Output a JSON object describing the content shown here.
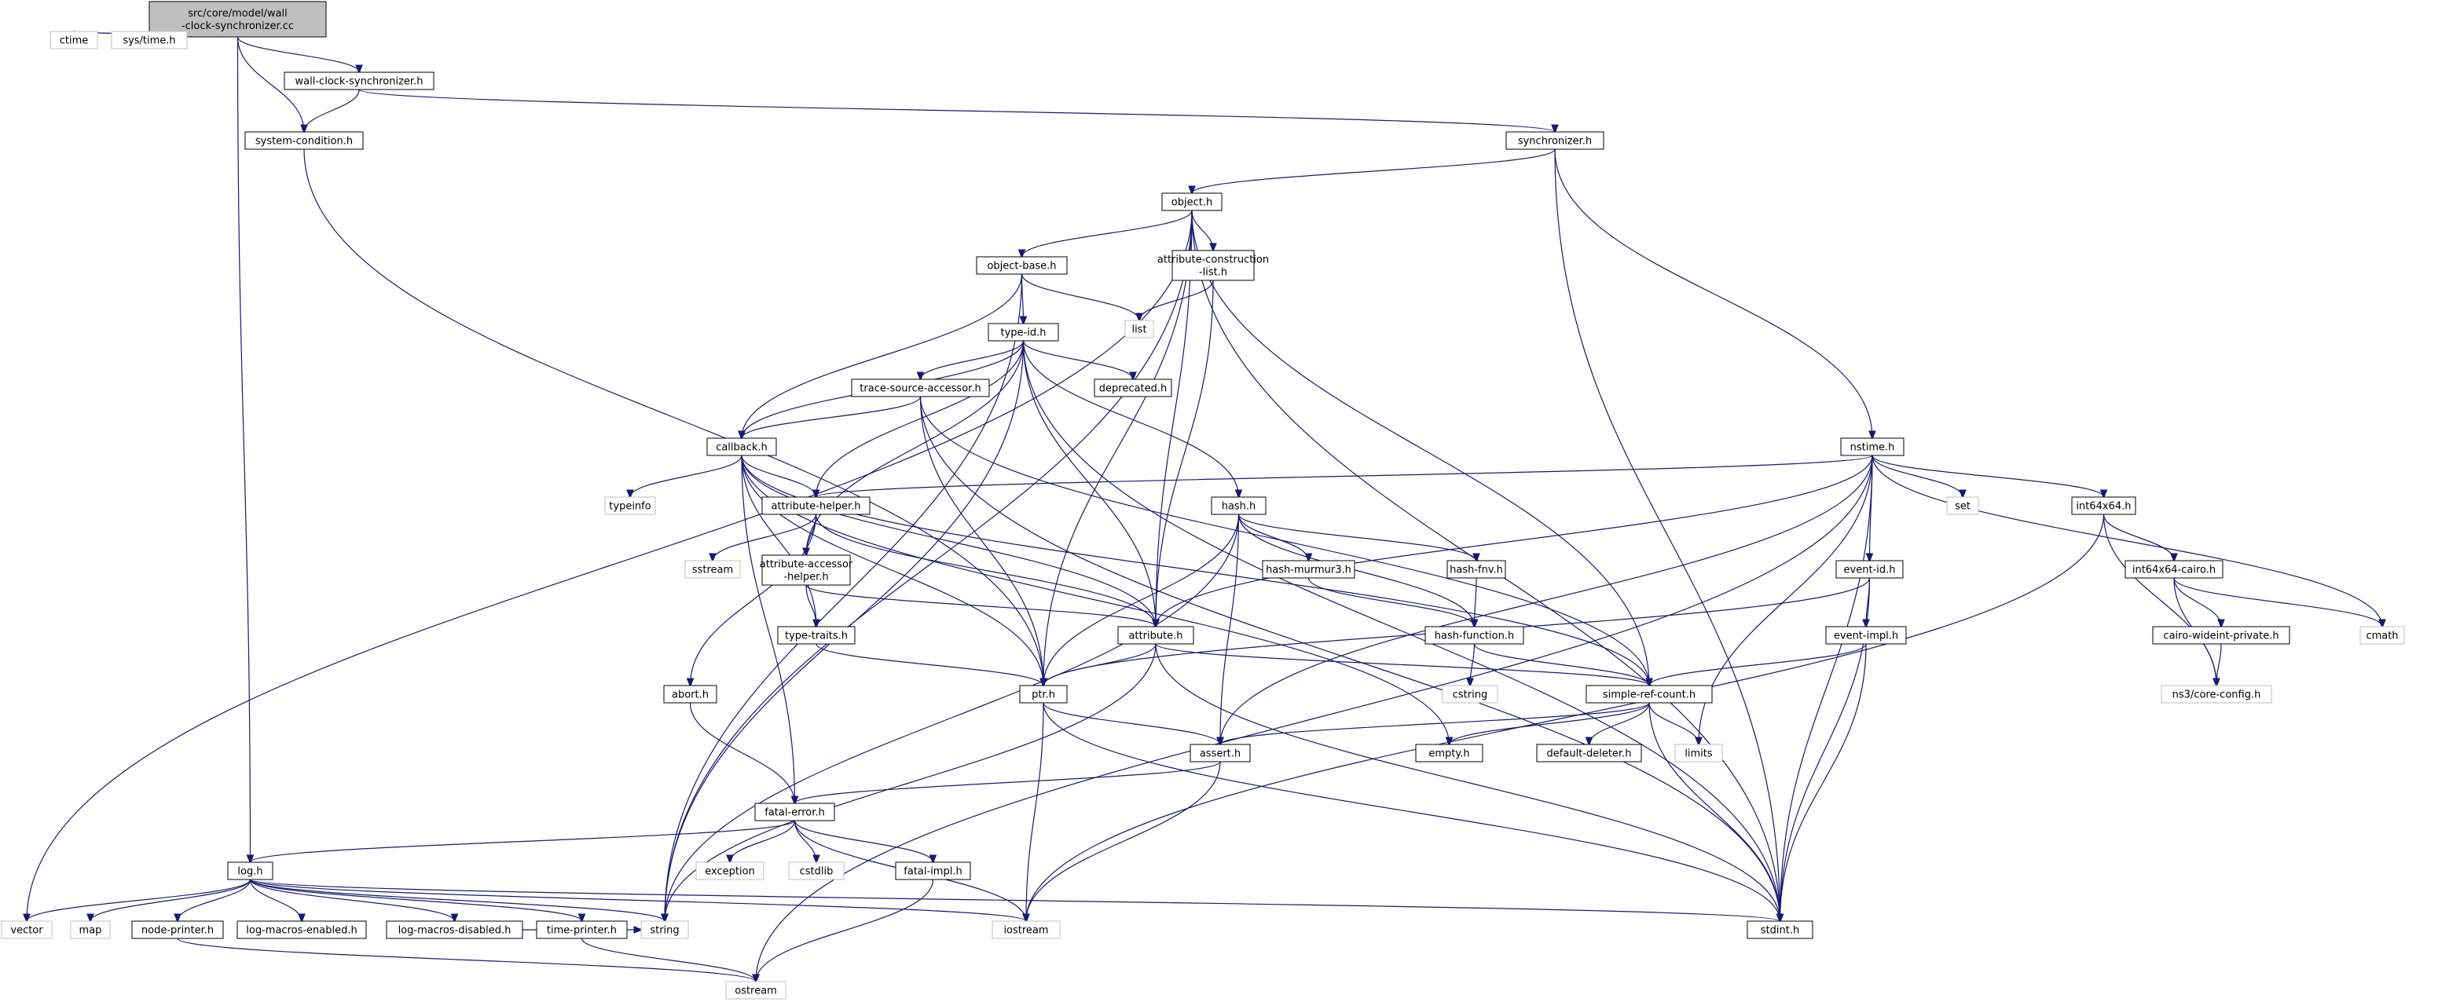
{
  "graph": {
    "colors": {
      "edge": "#191970",
      "root_fill": "#bfbfbf",
      "node_border": "#000000",
      "external_border": "#bfbfbf"
    },
    "root": {
      "id": "root",
      "lines": [
        "src/core/model/wall",
        "-clock-synchronizer.cc"
      ]
    },
    "nodes": [
      {
        "id": "ctime",
        "label": "ctime",
        "kind": "external"
      },
      {
        "id": "systime",
        "label": "sys/time.h",
        "kind": "external"
      },
      {
        "id": "wallclock",
        "label": "wall-clock-synchronizer.h",
        "kind": "header"
      },
      {
        "id": "syscond",
        "label": "system-condition.h",
        "kind": "header"
      },
      {
        "id": "sync",
        "label": "synchronizer.h",
        "kind": "header"
      },
      {
        "id": "object",
        "label": "object.h",
        "kind": "header"
      },
      {
        "id": "objbase",
        "label": "object-base.h",
        "kind": "header"
      },
      {
        "id": "attrcons",
        "lines": [
          "attribute-construction",
          "-list.h"
        ],
        "kind": "header"
      },
      {
        "id": "list",
        "label": "list",
        "kind": "external"
      },
      {
        "id": "typeid",
        "label": "type-id.h",
        "kind": "header"
      },
      {
        "id": "tracesrc",
        "label": "trace-source-accessor.h",
        "kind": "header"
      },
      {
        "id": "deprecated",
        "label": "deprecated.h",
        "kind": "header"
      },
      {
        "id": "callback",
        "label": "callback.h",
        "kind": "header"
      },
      {
        "id": "typeinfo",
        "label": "typeinfo",
        "kind": "external"
      },
      {
        "id": "attrhelper",
        "label": "attribute-helper.h",
        "kind": "header"
      },
      {
        "id": "sstream",
        "label": "sstream",
        "kind": "external"
      },
      {
        "id": "attracc",
        "lines": [
          "attribute-accessor",
          "-helper.h"
        ],
        "kind": "header"
      },
      {
        "id": "typetraits",
        "label": "type-traits.h",
        "kind": "header"
      },
      {
        "id": "abort",
        "label": "abort.h",
        "kind": "header"
      },
      {
        "id": "hash",
        "label": "hash.h",
        "kind": "header"
      },
      {
        "id": "murmur",
        "label": "hash-murmur3.h",
        "kind": "header"
      },
      {
        "id": "fnv",
        "label": "hash-fnv.h",
        "kind": "header"
      },
      {
        "id": "hashfunc",
        "label": "hash-function.h",
        "kind": "header"
      },
      {
        "id": "cstring",
        "label": "cstring",
        "kind": "external"
      },
      {
        "id": "attribute",
        "label": "attribute.h",
        "kind": "header"
      },
      {
        "id": "ptr",
        "label": "ptr.h",
        "kind": "header"
      },
      {
        "id": "nstime",
        "label": "nstime.h",
        "kind": "header"
      },
      {
        "id": "set",
        "label": "set",
        "kind": "external"
      },
      {
        "id": "int64",
        "label": "int64x64.h",
        "kind": "header"
      },
      {
        "id": "int64cairo",
        "label": "int64x64-cairo.h",
        "kind": "header"
      },
      {
        "id": "cairowide",
        "label": "cairo-wideint-private.h",
        "kind": "header"
      },
      {
        "id": "cmath",
        "label": "cmath",
        "kind": "external"
      },
      {
        "id": "nsconfig",
        "label": "ns3/core-config.h",
        "kind": "external"
      },
      {
        "id": "eventid",
        "label": "event-id.h",
        "kind": "header"
      },
      {
        "id": "eventimpl",
        "label": "event-impl.h",
        "kind": "header"
      },
      {
        "id": "simpleref",
        "label": "simple-ref-count.h",
        "kind": "header"
      },
      {
        "id": "limits",
        "label": "limits",
        "kind": "external"
      },
      {
        "id": "defdel",
        "label": "default-deleter.h",
        "kind": "header"
      },
      {
        "id": "empty",
        "label": "empty.h",
        "kind": "header"
      },
      {
        "id": "assert",
        "label": "assert.h",
        "kind": "header"
      },
      {
        "id": "fatalerr",
        "label": "fatal-error.h",
        "kind": "header"
      },
      {
        "id": "exception",
        "label": "exception",
        "kind": "external"
      },
      {
        "id": "cstdlib",
        "label": "cstdlib",
        "kind": "external"
      },
      {
        "id": "fatalimpl",
        "label": "fatal-impl.h",
        "kind": "header"
      },
      {
        "id": "log",
        "label": "log.h",
        "kind": "header"
      },
      {
        "id": "vector",
        "label": "vector",
        "kind": "external"
      },
      {
        "id": "map",
        "label": "map",
        "kind": "external"
      },
      {
        "id": "nodeprinter",
        "label": "node-printer.h",
        "kind": "header"
      },
      {
        "id": "logen",
        "label": "log-macros-enabled.h",
        "kind": "header"
      },
      {
        "id": "logdis",
        "label": "log-macros-disabled.h",
        "kind": "header"
      },
      {
        "id": "timeprinter",
        "label": "time-printer.h",
        "kind": "header"
      },
      {
        "id": "string",
        "label": "string",
        "kind": "external"
      },
      {
        "id": "iostream",
        "label": "iostream",
        "kind": "external"
      },
      {
        "id": "stdint",
        "label": "stdint.h",
        "kind": "header"
      },
      {
        "id": "ostream",
        "label": "ostream",
        "kind": "external"
      }
    ],
    "edges": [
      [
        "root",
        "ctime"
      ],
      [
        "root",
        "systime"
      ],
      [
        "root",
        "wallclock"
      ],
      [
        "root",
        "syscond"
      ],
      [
        "root",
        "log"
      ],
      [
        "wallclock",
        "syscond"
      ],
      [
        "wallclock",
        "sync"
      ],
      [
        "syscond",
        "ptr"
      ],
      [
        "sync",
        "object"
      ],
      [
        "sync",
        "nstime"
      ],
      [
        "sync",
        "stdint"
      ],
      [
        "object",
        "objbase"
      ],
      [
        "object",
        "attrcons"
      ],
      [
        "object",
        "vector"
      ],
      [
        "object",
        "ptr"
      ],
      [
        "object",
        "attribute"
      ],
      [
        "object",
        "simpleref"
      ],
      [
        "object",
        "stdint"
      ],
      [
        "object",
        "string"
      ],
      [
        "objbase",
        "typeid"
      ],
      [
        "objbase",
        "list"
      ],
      [
        "objbase",
        "callback"
      ],
      [
        "objbase",
        "string"
      ],
      [
        "attrcons",
        "list"
      ],
      [
        "attrcons",
        "attribute"
      ],
      [
        "typeid",
        "tracesrc"
      ],
      [
        "typeid",
        "deprecated"
      ],
      [
        "typeid",
        "callback"
      ],
      [
        "typeid",
        "attrhelper"
      ],
      [
        "typeid",
        "attracc"
      ],
      [
        "typeid",
        "hash"
      ],
      [
        "typeid",
        "attribute"
      ],
      [
        "typeid",
        "stdint"
      ],
      [
        "typeid",
        "string"
      ],
      [
        "tracesrc",
        "callback"
      ],
      [
        "tracesrc",
        "ptr"
      ],
      [
        "tracesrc",
        "simpleref"
      ],
      [
        "tracesrc",
        "stdint"
      ],
      [
        "callback",
        "typeinfo"
      ],
      [
        "callback",
        "attrhelper"
      ],
      [
        "callback",
        "attribute"
      ],
      [
        "callback",
        "ptr"
      ],
      [
        "callback",
        "fatalerr"
      ],
      [
        "callback",
        "typetraits"
      ],
      [
        "callback",
        "empty"
      ],
      [
        "callback",
        "simpleref"
      ],
      [
        "attrhelper",
        "sstream"
      ],
      [
        "attrhelper",
        "attracc"
      ],
      [
        "attrhelper",
        "abort"
      ],
      [
        "attrhelper",
        "attribute"
      ],
      [
        "attracc",
        "typetraits"
      ],
      [
        "attracc",
        "attribute"
      ],
      [
        "typetraits",
        "ptr"
      ],
      [
        "abort",
        "fatalerr"
      ],
      [
        "hash",
        "murmur"
      ],
      [
        "hash",
        "fnv"
      ],
      [
        "hash",
        "hashfunc"
      ],
      [
        "hash",
        "assert"
      ],
      [
        "hash",
        "ptr"
      ],
      [
        "hash",
        "string"
      ],
      [
        "murmur",
        "hashfunc"
      ],
      [
        "fnv",
        "hashfunc"
      ],
      [
        "hashfunc",
        "cstring"
      ],
      [
        "hashfunc",
        "simpleref"
      ],
      [
        "attribute",
        "ptr"
      ],
      [
        "attribute",
        "simpleref"
      ],
      [
        "attribute",
        "string"
      ],
      [
        "attribute",
        "stdint"
      ],
      [
        "ptr",
        "assert"
      ],
      [
        "ptr",
        "iostream"
      ],
      [
        "ptr",
        "stdint"
      ],
      [
        "nstime",
        "attrhelper"
      ],
      [
        "nstime",
        "attribute"
      ],
      [
        "nstime",
        "eventid"
      ],
      [
        "nstime",
        "int64"
      ],
      [
        "nstime",
        "set"
      ],
      [
        "nstime",
        "cmath"
      ],
      [
        "nstime",
        "limits"
      ],
      [
        "nstime",
        "assert"
      ],
      [
        "nstime",
        "ostream"
      ],
      [
        "nstime",
        "stdint"
      ],
      [
        "int64",
        "int64cairo"
      ],
      [
        "int64",
        "nsconfig"
      ],
      [
        "int64",
        "iostream"
      ],
      [
        "int64cairo",
        "cairowide"
      ],
      [
        "int64cairo",
        "cmath"
      ],
      [
        "int64cairo",
        "nsconfig"
      ],
      [
        "cairowide",
        "nsconfig"
      ],
      [
        "eventid",
        "eventimpl"
      ],
      [
        "eventid",
        "ptr"
      ],
      [
        "eventid",
        "stdint"
      ],
      [
        "eventimpl",
        "simpleref"
      ],
      [
        "eventimpl",
        "stdint"
      ],
      [
        "simpleref",
        "limits"
      ],
      [
        "simpleref",
        "defdel"
      ],
      [
        "simpleref",
        "empty"
      ],
      [
        "simpleref",
        "assert"
      ],
      [
        "simpleref",
        "stdint"
      ],
      [
        "assert",
        "fatalerr"
      ],
      [
        "assert",
        "iostream"
      ],
      [
        "fatalerr",
        "log"
      ],
      [
        "fatalerr",
        "exception"
      ],
      [
        "fatalerr",
        "cstdlib"
      ],
      [
        "fatalerr",
        "fatalimpl"
      ],
      [
        "fatalerr",
        "iostream"
      ],
      [
        "fatalimpl",
        "ostream"
      ],
      [
        "log",
        "vector"
      ],
      [
        "log",
        "map"
      ],
      [
        "log",
        "nodeprinter"
      ],
      [
        "log",
        "logen"
      ],
      [
        "log",
        "logdis"
      ],
      [
        "log",
        "timeprinter"
      ],
      [
        "log",
        "string"
      ],
      [
        "log",
        "iostream"
      ],
      [
        "log",
        "stdint"
      ],
      [
        "logdis",
        "string"
      ],
      [
        "nodeprinter",
        "ostream"
      ],
      [
        "timeprinter",
        "ostream"
      ]
    ]
  }
}
